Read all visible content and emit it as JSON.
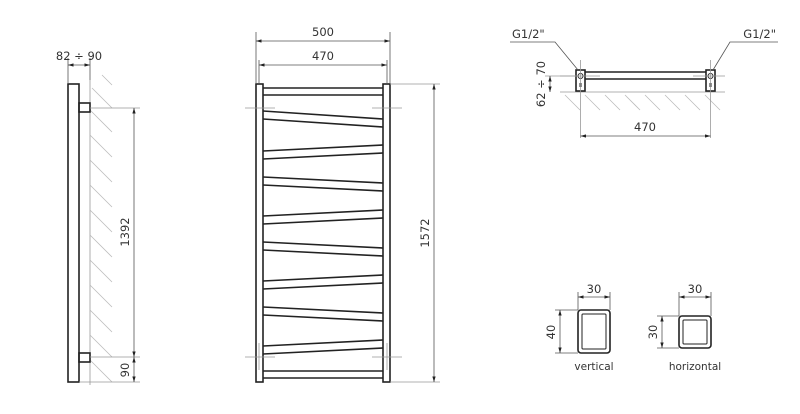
{
  "side_view": {
    "depth_label": "82 ÷ 90",
    "height_label": "1392",
    "bottom_label": "90"
  },
  "front_view": {
    "width_outer_label": "500",
    "width_inner_label": "470",
    "height_label": "1572"
  },
  "top_view": {
    "left_connection_label": "G1/2\"",
    "right_connection_label": "G1/2\"",
    "wall_distance_label": "62 ÷ 70",
    "spacing_label": "470"
  },
  "profiles": {
    "vertical": {
      "width_label": "30",
      "height_label": "40",
      "caption": "vertical"
    },
    "horizontal": {
      "width_label": "30",
      "height_label": "30",
      "caption": "horizontal"
    }
  }
}
